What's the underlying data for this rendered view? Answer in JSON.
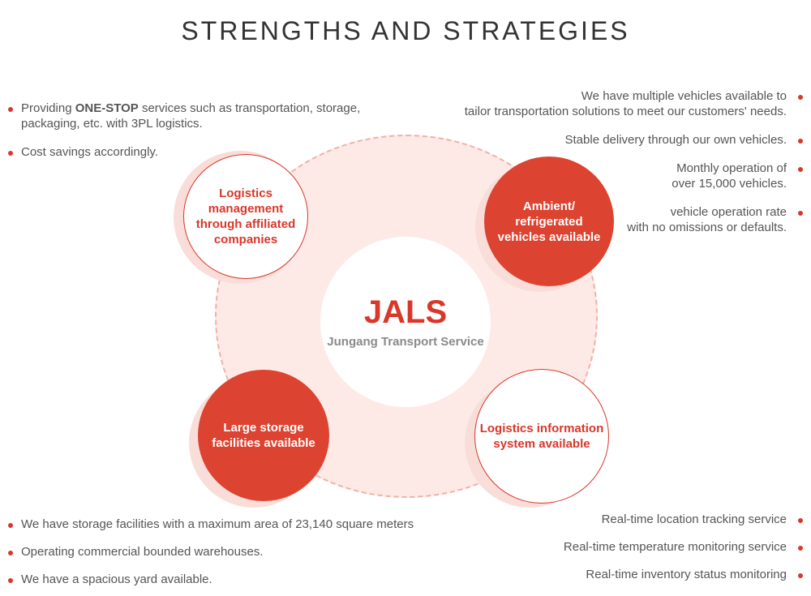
{
  "title": "STRENGTHS AND STRATEGIES",
  "center": {
    "brand": "JALS",
    "subtitle": "Jungang Transport Service"
  },
  "nodes": {
    "top_left": "Logistics\nmanagement\nthrough affiliated\ncompanies",
    "top_right": "Ambient/\nrefrigerated\nvehicles available",
    "bottom_left": "Large storage\nfacilities available",
    "bottom_right": "Logistics information\nsystem available"
  },
  "lists": {
    "top_left": [
      {
        "prefix": "Providing ",
        "bold": "ONE-STOP",
        "suffix": " services such as transportation, storage,\npackaging, etc. with 3PL logistics."
      },
      {
        "prefix": "Cost savings accordingly.",
        "bold": "",
        "suffix": ""
      }
    ],
    "top_right": [
      "We have multiple vehicles available to\ntailor transportation solutions to meet our customers' needs.",
      "Stable delivery through our own vehicles.",
      "Monthly operation of\nover 15,000 vehicles.",
      "vehicle operation rate\nwith no omissions or defaults."
    ],
    "bottom_left": [
      "We have storage facilities with a maximum area of 23,140  square meters",
      "Operating commercial bounded warehouses.",
      "We have a spacious yard available."
    ],
    "bottom_right": [
      "Real-time location tracking service",
      "Real-time temperature monitoring service",
      "Real-time inventory status monitoring"
    ]
  },
  "colors": {
    "accent": "#d9372a",
    "ring": "#fdeae7",
    "filled": "#dc4330"
  }
}
